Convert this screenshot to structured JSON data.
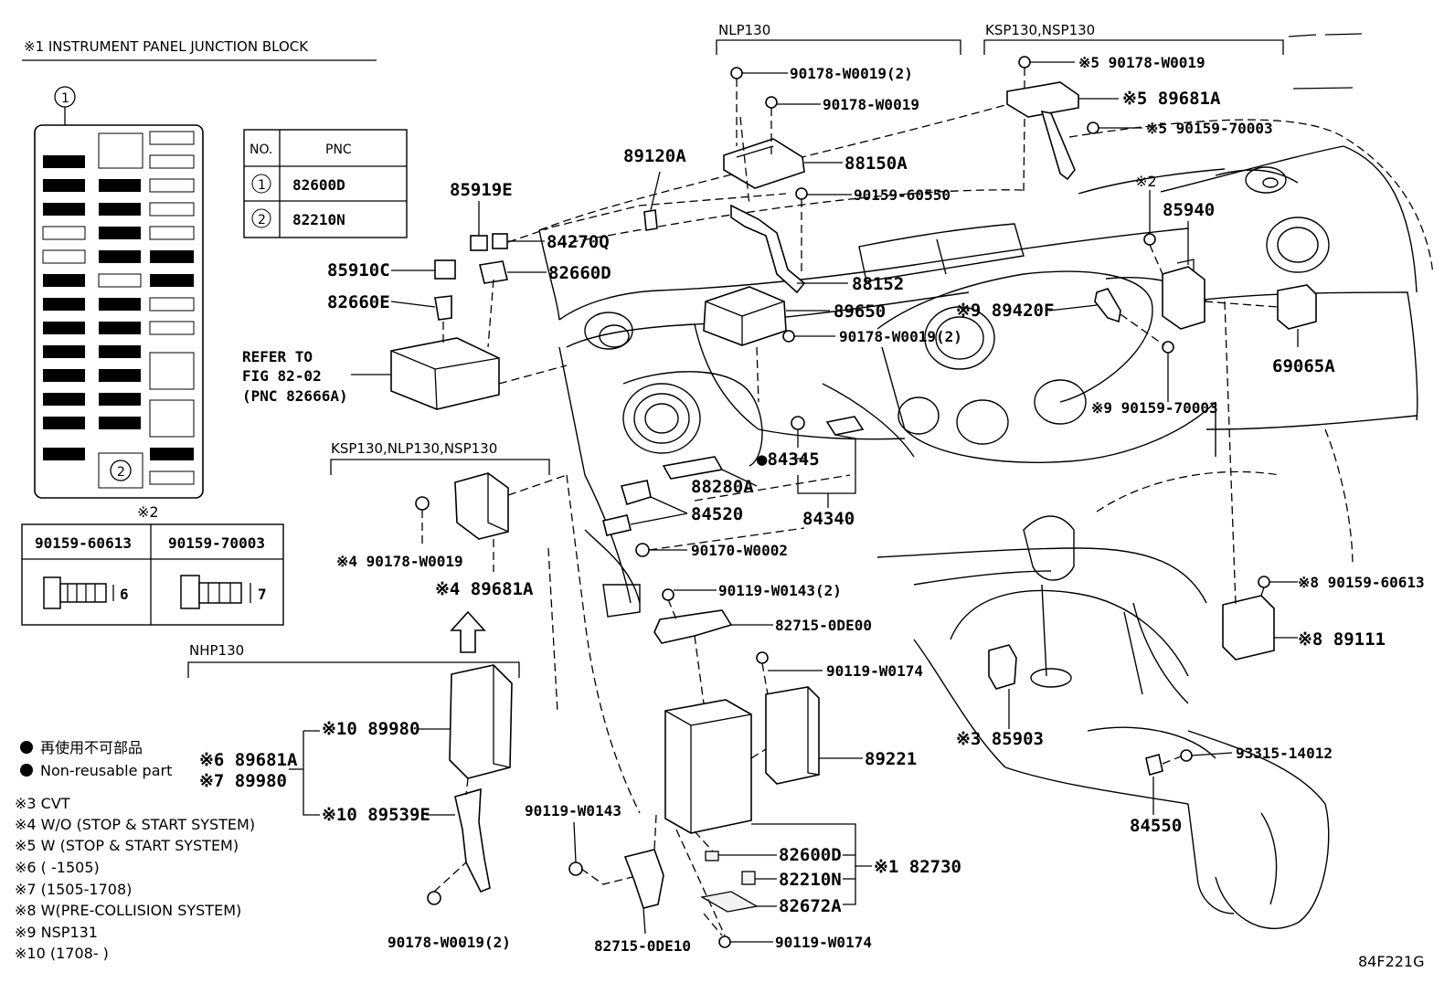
{
  "legend": {
    "block_title": "※1 INSTRUMENT PANEL JUNCTION BLOCK",
    "callout_1": "1",
    "callout_2": "2",
    "pnc_table": {
      "headers": [
        "NO.",
        "PNC"
      ],
      "rows": [
        {
          "no": "1",
          "pnc": "82600D"
        },
        {
          "no": "2",
          "pnc": "82210N"
        }
      ]
    },
    "bolt_table": {
      "note": "※2",
      "cols": [
        "90159-60613",
        "90159-70003"
      ],
      "dims": [
        "6",
        "7"
      ]
    },
    "nonreuse_jp": "再使用不可部品",
    "nonreuse_en": "Non-reusable part",
    "notes": [
      "※3 CVT",
      "※4 W/O (STOP & START SYSTEM)",
      "※5 W (STOP & START SYSTEM)",
      "※6 (       -1505)",
      "※7 (1505-1708)",
      "※8 W(PRE-COLLISION SYSTEM)",
      "※9 NSP131",
      "※10 (1708-       )"
    ]
  },
  "groups": {
    "nlp130": "NLP130",
    "ksp_nsp": "KSP130,NSP130",
    "ksp_nlp_nsp": "KSP130,NLP130,NSP130",
    "nhp130": "NHP130"
  },
  "parts": {
    "p90178_w0019_2_top": "90178-W0019(2)",
    "p90178_w0019_top": "90178-W0019",
    "p88150a": "88150A",
    "p90159_60550": "90159-60550",
    "p88152": "88152",
    "p89650": "89650",
    "p90178_w0019_2_mid": "90178-W0019(2)",
    "p5_90178_w0019": "※5 90178-W0019",
    "p5_89681a": "※5 89681A",
    "p5_90159_70003": "※5 90159-70003",
    "n2": "※2",
    "p85940": "85940",
    "p9_89420f": "※9 89420F",
    "p9_90159_70003": "※9 90159-70003",
    "p69065a": "69065A",
    "p89120a": "89120A",
    "p85919e": "85919E",
    "p84270q": "84270Q",
    "p85910c": "85910C",
    "p82660d": "82660D",
    "p82660e": "82660E",
    "refer_1": "REFER TO",
    "refer_2": "FIG 82-02",
    "refer_3": "(PNC 82666A)",
    "p84345": "●84345",
    "p88280a": "88280A",
    "p84520": "84520",
    "p84340": "84340",
    "p90170_w0002": "90170-W0002",
    "p4_90178_w0019": "※4 90178-W0019",
    "p4_89681a": "※4 89681A",
    "p90119_w0143_2": "90119-W0143(2)",
    "p82715_0de00": "82715-0DE00",
    "p90119_w0174_a": "90119-W0174",
    "p10_89980": "※10 89980",
    "p6_89681a": "※6 89681A",
    "p7_89980": "※7 89980",
    "p10_89539e": "※10 89539E",
    "p89221": "89221",
    "p90119_w0143": "90119-W0143",
    "p82600d": "82600D",
    "p82210n": "82210N",
    "p82672a": "82672A",
    "p1_82730": "※1 82730",
    "p90178_w0019_2_bot": "90178-W0019(2)",
    "p82715_0de10": "82715-0DE10",
    "p90119_w0174_b": "90119-W0174",
    "p8_90159_60613": "※8 90159-60613",
    "p8_89111": "※8 89111",
    "p3_85903": "※3 85903",
    "p93315_14012": "93315-14012",
    "p84550": "84550"
  },
  "figure_code": "84F221G"
}
